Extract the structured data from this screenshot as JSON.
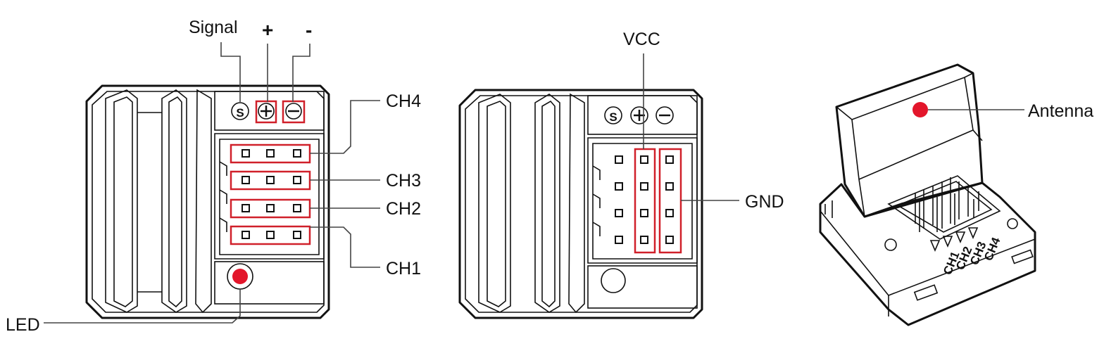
{
  "colors": {
    "highlight": "#d0202a",
    "line": "#111111",
    "leader": "#444444",
    "led": "#e3162b"
  },
  "left_view": {
    "signal_label": "Signal",
    "plus_label": "+",
    "minus_label": "-",
    "port_s": "S",
    "channels": [
      "CH4",
      "CH3",
      "CH2",
      "CH1"
    ],
    "led_label": "LED"
  },
  "middle_view": {
    "vcc_label": "VCC",
    "gnd_label": "GND",
    "port_s": "S"
  },
  "right_view": {
    "antenna_label": "Antenna",
    "side_channels": [
      "CH4",
      "CH3",
      "CH2",
      "CH1"
    ]
  }
}
